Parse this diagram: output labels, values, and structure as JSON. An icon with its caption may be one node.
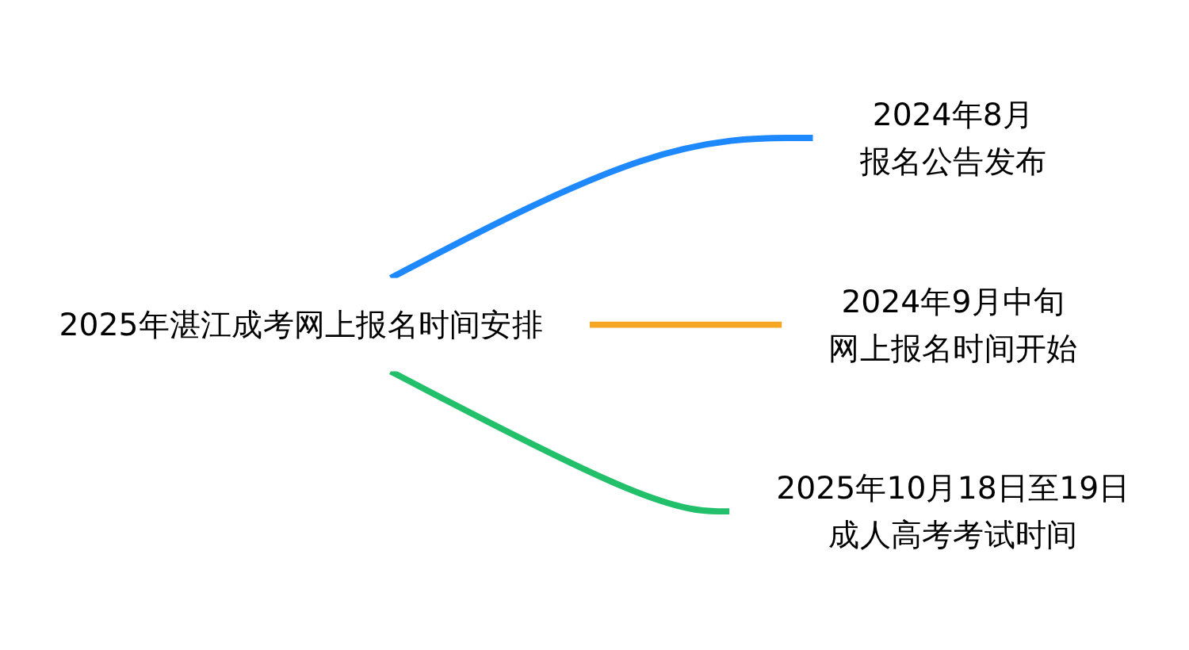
{
  "diagram": {
    "nodes": [
      {
        "text": [
          "2025年湛江成考网上报名时间安排"
        ]
      },
      {
        "text": [
          "2024年8月",
          "报名公告发布"
        ]
      },
      {
        "text": [
          "2024年9月中旬",
          "网上报名时间开始"
        ]
      },
      {
        "text": [
          "2025年10月18日至19日",
          "成人高考考试时间"
        ]
      }
    ],
    "edges": [
      {
        "from": 0,
        "to": 1,
        "arrow": "none",
        "color": "#1e88ff"
      },
      {
        "from": 0,
        "to": 2,
        "arrow": "none",
        "color": "#f5a623"
      },
      {
        "from": 0,
        "to": 3,
        "arrow": "none",
        "color": "#22c06a"
      }
    ]
  }
}
